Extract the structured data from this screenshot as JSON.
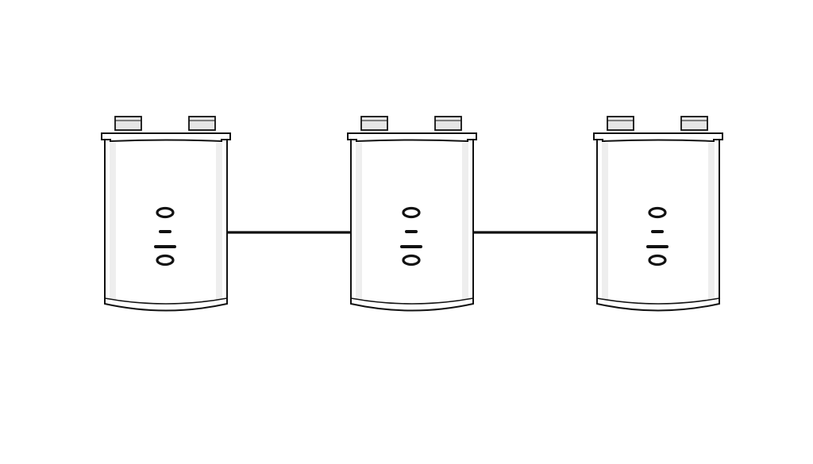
{
  "diagram": {
    "title": "",
    "components": [
      {
        "type": "battery",
        "label": ""
      },
      {
        "type": "battery",
        "label": ""
      },
      {
        "type": "battery",
        "label": ""
      }
    ],
    "connections": [
      {
        "from": 0,
        "to": 1
      },
      {
        "from": 1,
        "to": 2
      }
    ],
    "colors": {
      "stroke": "#111111",
      "body_fill": "#ffffff",
      "body_shade": "#eeeeee",
      "terminal_fill": "#e6e6e6",
      "background": "#ffffff"
    }
  }
}
